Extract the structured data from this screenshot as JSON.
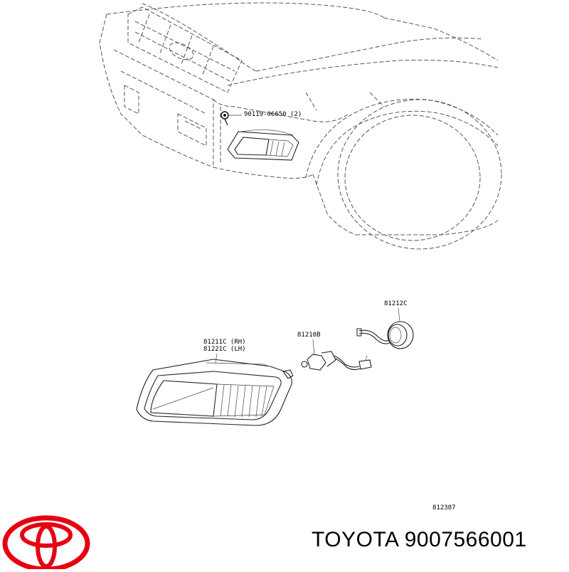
{
  "callouts": {
    "bolt": "90119-06650 (2)",
    "lamp_rh": "81211C (RH)",
    "lamp_lh": "81221C (LH)",
    "bulb": "81210B",
    "socket": "81212C",
    "diagram_number": "812387"
  },
  "brand": {
    "caption": "TOYOTA 9007566001",
    "logo_color": "#e60012"
  }
}
